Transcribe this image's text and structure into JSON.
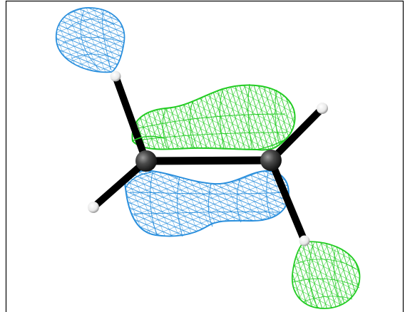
{
  "colors": {
    "background": "#ffffff",
    "border": "#000000",
    "lobe_positive": "#22cc22",
    "lobe_negative": "#2a8fdd",
    "bond": "#000000",
    "carbon_atom": "#3a3a3a",
    "hydrogen_atom": "#ffffff"
  },
  "molecule": {
    "atoms": [
      "C",
      "C",
      "H",
      "H",
      "H",
      "H"
    ],
    "bonds": [
      "C-C",
      "C-H",
      "C-H",
      "C-H",
      "C-H"
    ],
    "orbital_lobes": [
      "positive",
      "negative"
    ]
  }
}
